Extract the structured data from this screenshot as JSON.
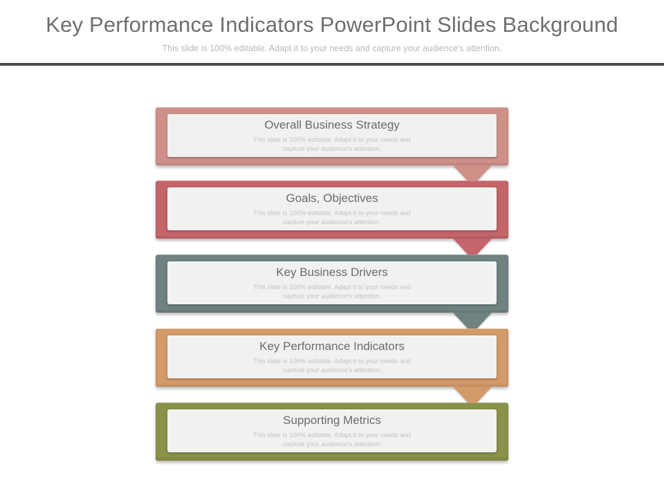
{
  "slide": {
    "title": "Key Performance Indicators PowerPoint Slides Background",
    "subtitle": "This slide is 100% editable. Adapt it to your needs and capture your audience's attention."
  },
  "steps": [
    {
      "title": "Overall Business Strategy",
      "text": "This slide is 100% editable. Adapt it to your needs and capture your audience's attention.",
      "color": "#cf9088"
    },
    {
      "title": "Goals, Objectives",
      "text": "This slide is 100% editable. Adapt it to your needs and capture your audience's attention.",
      "color": "#c4656a"
    },
    {
      "title": "Key Business Drivers",
      "text": "This slide is 100% editable. Adapt it to your needs and capture your audience's attention.",
      "color": "#6f8181"
    },
    {
      "title": "Key Performance Indicators",
      "text": "This slide is 100% editable. Adapt it to your needs and capture your audience's attention.",
      "color": "#d39a6a"
    },
    {
      "title": "Supporting Metrics",
      "text": "This slide is 100% editable. Adapt it to your needs and capture your audience's attention.",
      "color": "#8a9148"
    }
  ]
}
